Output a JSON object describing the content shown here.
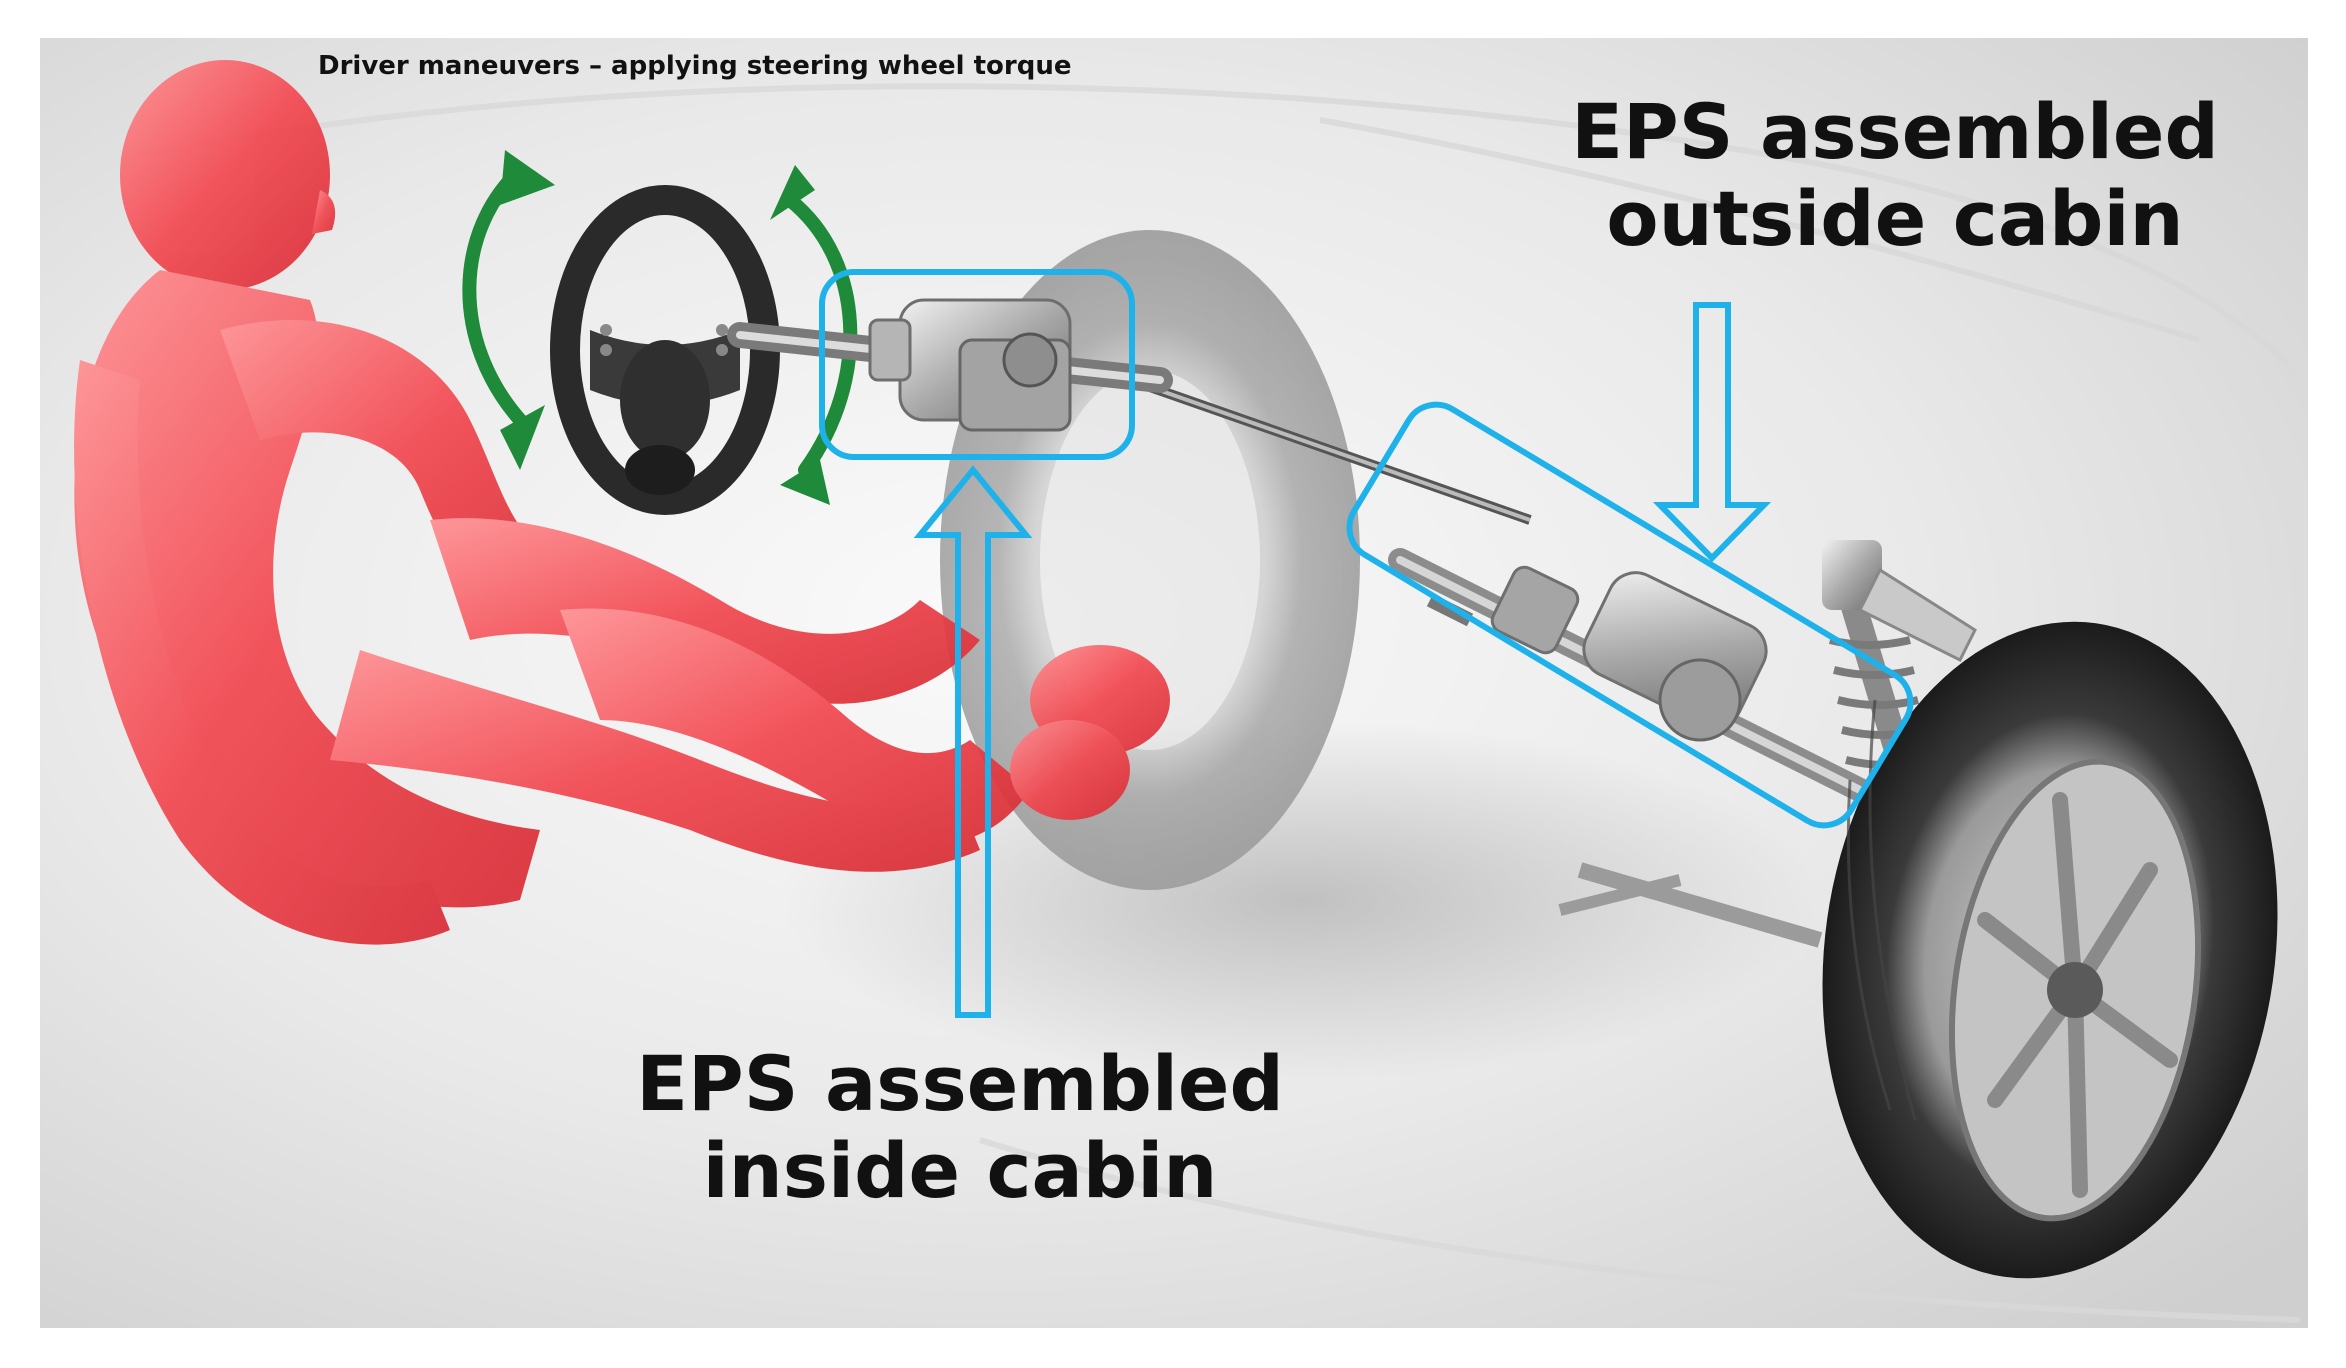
{
  "diagram": {
    "title": "Driver maneuvers – applying steering wheel torque",
    "callouts": {
      "outside": {
        "line1": "EPS assembled",
        "line2": "outside cabin"
      },
      "inside": {
        "line1": "EPS assembled",
        "line2": "inside cabin"
      }
    },
    "colors": {
      "highlight": "#1fb2ea",
      "torque_arrows": "#1e8a3a",
      "driver_figure": "#f0484f",
      "background": "#e7e7e7"
    },
    "icons": [
      "driver-figure-icon",
      "steering-wheel-icon",
      "torque-arrow-icon",
      "eps-column-icon",
      "eps-rack-icon",
      "wheel-icon"
    ]
  }
}
